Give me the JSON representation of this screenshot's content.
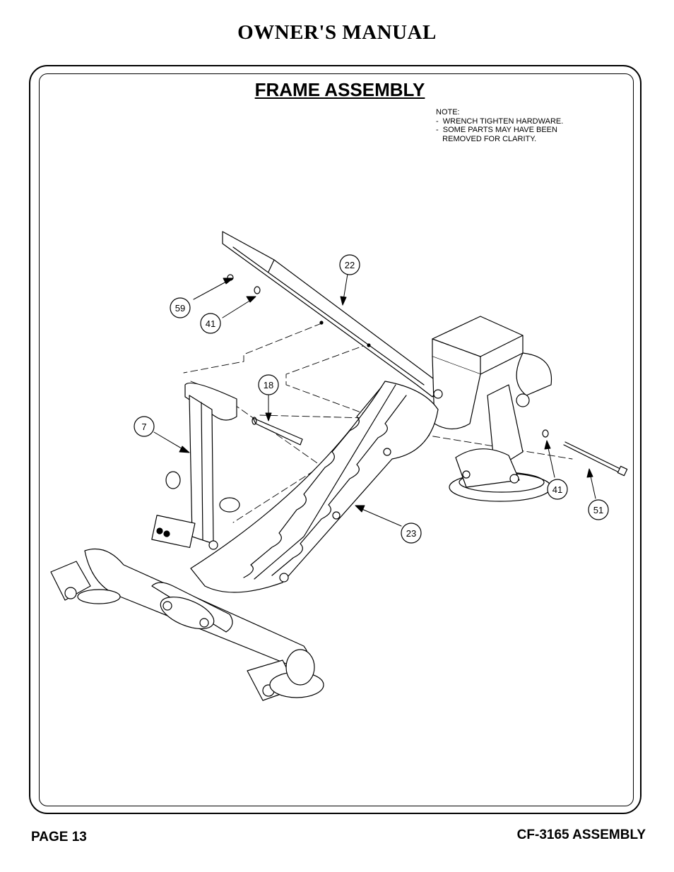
{
  "header": {
    "title": "OWNER'S MANUAL"
  },
  "section": {
    "title": "FRAME ASSEMBLY"
  },
  "note": {
    "heading": "NOTE:",
    "lines": [
      "-  WRENCH TIGHTEN HARDWARE.",
      "-  SOME PARTS MAY HAVE BEEN",
      "   REMOVED FOR CLARITY."
    ]
  },
  "callouts": [
    "22",
    "59",
    "41",
    "18",
    "7",
    "23",
    "41",
    "51"
  ],
  "footer": {
    "page": "PAGE 13",
    "model": "CF-3165 ASSEMBLY"
  }
}
